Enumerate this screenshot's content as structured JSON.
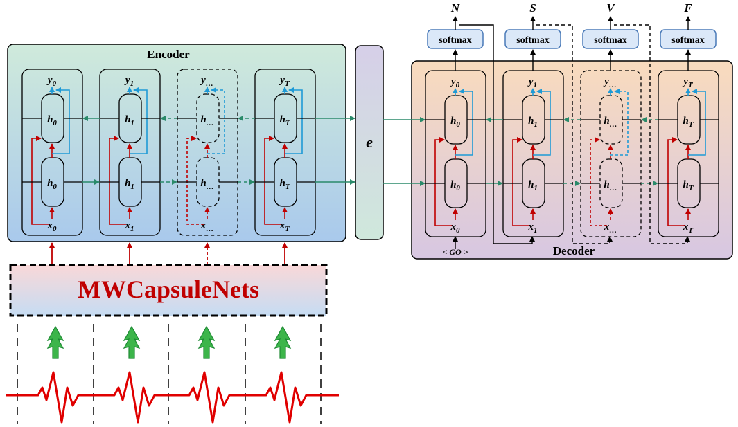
{
  "encoder": {
    "title": "Encoder"
  },
  "decoder": {
    "title": "Decoder",
    "go_token": "< GO >"
  },
  "context": {
    "label": "e"
  },
  "feature_extractor": {
    "label": "MWCapsuleNets"
  },
  "softmax_label": "softmax",
  "outputs": [
    "N",
    "S",
    "V",
    "F"
  ],
  "cells": [
    {
      "y": "y",
      "y_sub": "0",
      "h": "h",
      "h_sub": "0",
      "x": "x",
      "x_sub": "0",
      "dashed": false
    },
    {
      "y": "y",
      "y_sub": "1",
      "h": "h",
      "h_sub": "1",
      "x": "x",
      "x_sub": "1",
      "dashed": false
    },
    {
      "y": "y",
      "y_sub": "…",
      "h": "h",
      "h_sub": "…",
      "x": "x",
      "x_sub": "…",
      "dashed": true
    },
    {
      "y": "y",
      "y_sub": "T",
      "h": "h",
      "h_sub": "T",
      "x": "x",
      "x_sub": "T",
      "dashed": false
    }
  ],
  "colors": {
    "encoder_top": "#c8e8d8",
    "encoder_bottom": "#a8c8ec",
    "decoder_top": "#f8d8b8",
    "decoder_bottom": "#d8c8e0",
    "context_fill": "#d8d0e8",
    "arrow_teal": "#2a8a6a",
    "red": "#c00000",
    "blue": "#1e9ad6",
    "signal": "#e00000",
    "capsule_text": "#c00000",
    "green_arrow": "#2aa84a",
    "softmax_fill": "#dbe8f8"
  }
}
